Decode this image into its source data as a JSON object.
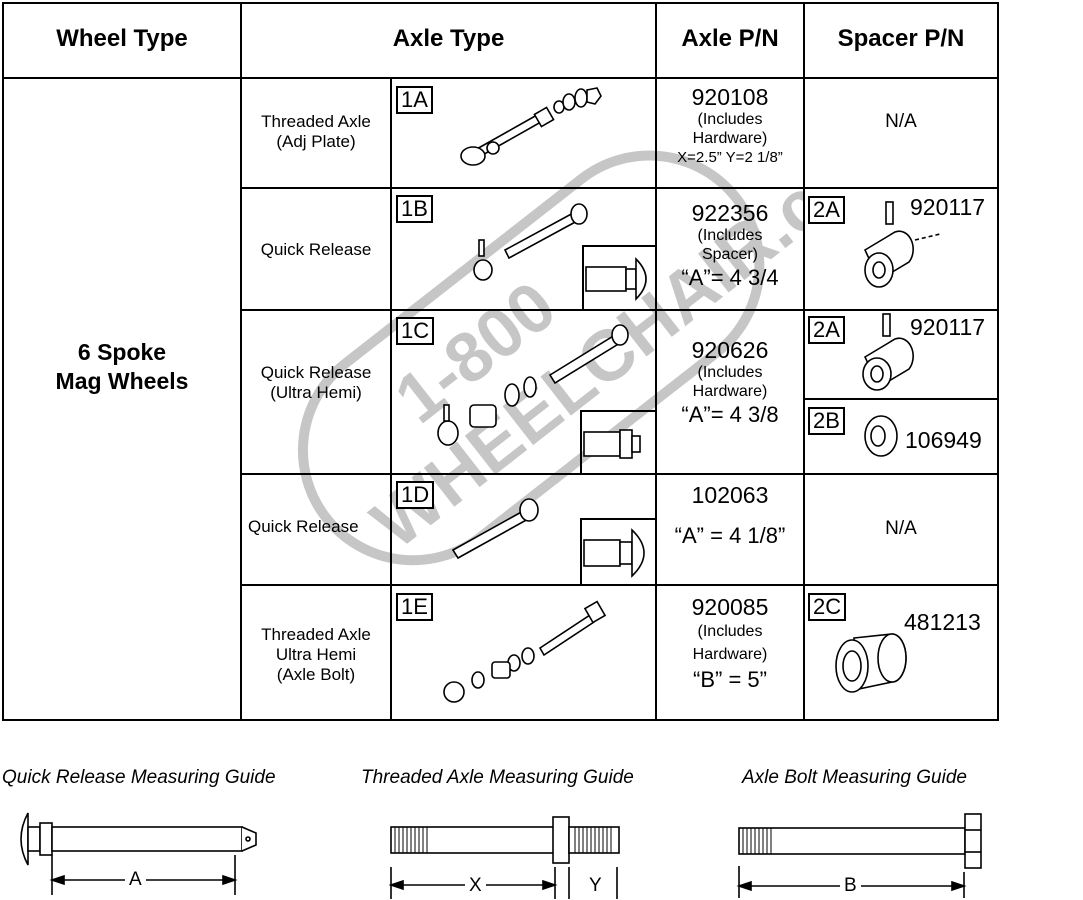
{
  "headers": {
    "wheel_type": "Wheel Type",
    "axle_type": "Axle Type",
    "axle_pn": "Axle P/N",
    "spacer_pn": "Spacer P/N"
  },
  "wheel_type": {
    "line1": "6 Spoke",
    "line2": "Mag Wheels"
  },
  "rows": [
    {
      "name": "Threaded Axle\n(Adj Plate)",
      "code": "1A",
      "pn": "920108",
      "pn_note": "(Includes\nHardware)",
      "measure": "X=2.5” Y=2 1/8”",
      "spacer_text": "N/A"
    },
    {
      "name": "Quick Release",
      "code": "1B",
      "pn": "922356",
      "pn_note": "(Includes\nSpacer)",
      "measure": "“A”= 4 3/4",
      "spacer_code": "2A",
      "spacer_pn": "920117"
    },
    {
      "name": "Quick Release\n(Ultra Hemi)",
      "code": "1C",
      "pn": "920626",
      "pn_note": "(Includes\nHardware)",
      "measure": "“A”= 4 3/8",
      "spacer_code": "2A",
      "spacer_pn": "920117",
      "spacer2_code": "2B",
      "spacer2_pn": "106949"
    },
    {
      "name": "Quick Release",
      "code": "1D",
      "pn": "102063",
      "measure": "“A” = 4 1/8”",
      "spacer_text": "N/A"
    },
    {
      "name": "Threaded Axle\nUltra Hemi\n(Axle Bolt)",
      "code": "1E",
      "pn": "920085",
      "pn_note": "(Includes\nHardware)",
      "measure": "“B” = 5”",
      "spacer_code": "2C",
      "spacer_pn": "481213"
    }
  ],
  "guides": {
    "quick_release": {
      "title": "Quick Release Measuring Guide",
      "dim": "A"
    },
    "threaded": {
      "title": "Threaded Axle Measuring Guide",
      "dim_x": "X",
      "dim_y": "Y"
    },
    "axle_bolt": {
      "title": "Axle Bolt Measuring Guide",
      "dim": "B"
    }
  },
  "watermark": {
    "line1": "1-800",
    "line2": "WHEELCHAIR.com"
  }
}
